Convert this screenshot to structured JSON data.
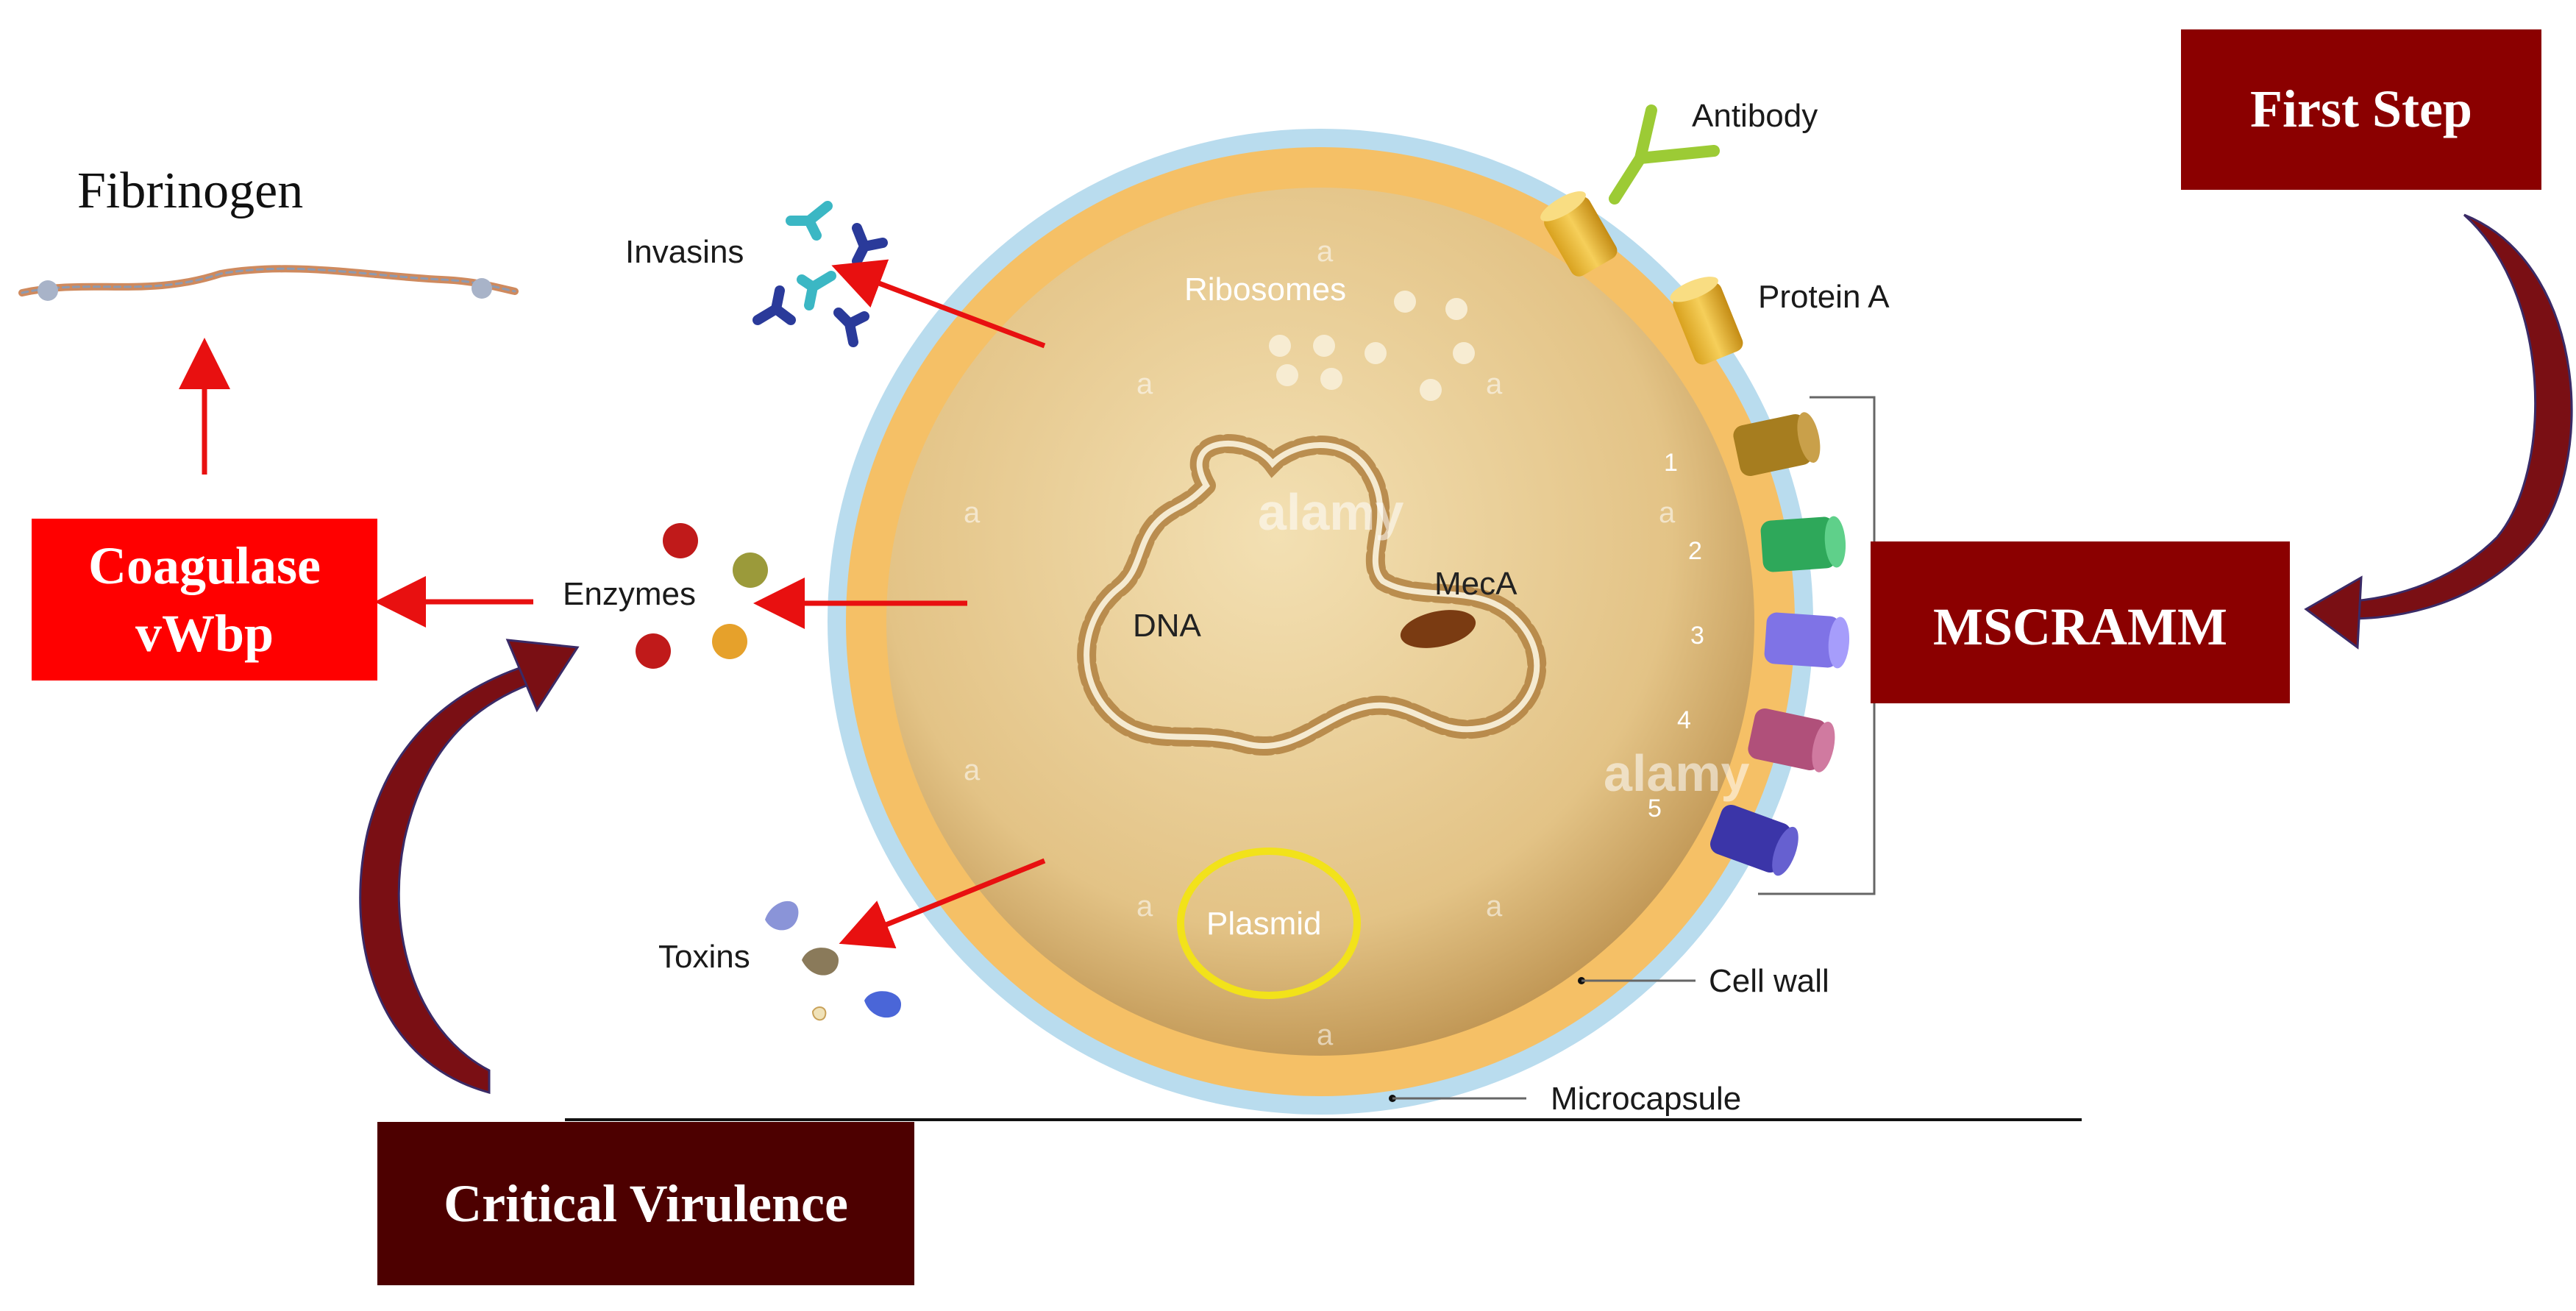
{
  "title": "Fibrinogen",
  "boxes": {
    "first_step": "First Step",
    "mscramm": "MSCRAMM",
    "coagulase_line1": "Coagulase",
    "coagulase_line2": "vWbp",
    "critical_virulence": "Critical Virulence"
  },
  "labels": {
    "antibody": "Antibody",
    "invasins": "Invasins",
    "ribosomes": "Ribosomes",
    "protein_a": "Protein A",
    "enzymes": "Enzymes",
    "dna": "DNA",
    "meca": "MecA",
    "toxins": "Toxins",
    "plasmid": "Plasmid",
    "cell_wall": "Cell wall",
    "microcapsule": "Microcapsule"
  },
  "mscramm_numbers": [
    "1",
    "2",
    "3",
    "4",
    "5"
  ],
  "watermarks": {
    "letter": "a",
    "brand": "alamy"
  },
  "colors": {
    "dark_red_box": "#8b0000",
    "bright_red_box": "#ff0000",
    "critical_box": "#4d0000",
    "arrow_red": "#e81010",
    "curved_arrow": "#7a0f14",
    "cytoplasm": "#e6c98e",
    "cell_wall": "#f5c066",
    "microcapsule": "#b9dcee",
    "mscramm_colors": [
      "#a67d1f",
      "#2ea85a",
      "#7f73e6",
      "#b0507a",
      "#3b35a8"
    ]
  }
}
